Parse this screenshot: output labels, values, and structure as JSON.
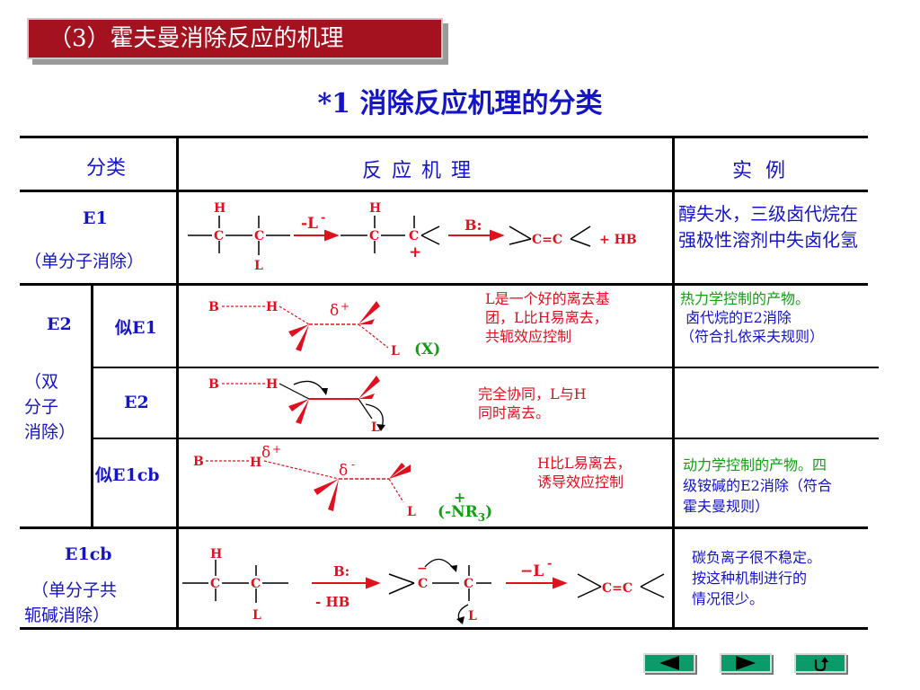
{
  "header": {
    "title": "（3）霍夫曼消除反应的机理",
    "subtitle": "*1 消除反应机理的分类"
  },
  "table": {
    "headers": [
      "分类",
      "反 应 机 理",
      "实 例"
    ],
    "rows": {
      "e1": {
        "name": "E1",
        "desc": "（单分子消除）",
        "example": "醇失水，三级卤代烷在强极性溶剂中失卤化氢",
        "scheme": {
          "H1": "H",
          "C1": "C",
          "C2": "C",
          "L1": "L",
          "minusL": "-L",
          "minusL_sup": "-",
          "H2": "H",
          "C3": "C",
          "C4": "C",
          "plus": "+",
          "base": "B:",
          "product": "C=C",
          "byproduct": "+ HB"
        }
      },
      "e2_group": {
        "name": "E2",
        "desc": [
          "（双",
          "分子",
          "消除）"
        ]
      },
      "e2_like_e1": {
        "name": "似E1",
        "B": "B",
        "H": "H",
        "delta": "δ",
        "delta_sign": "+",
        "L": "L",
        "tag": "(X)",
        "note": [
          "L是一个好的离去基",
          "团，L比H易离去，",
          "共轭效应控制"
        ],
        "example": [
          "热力学控制的产物。",
          "卤代烷的E2消除",
          "（符合扎依采夫规则）"
        ]
      },
      "e2": {
        "name": "E2",
        "B": "B",
        "H": "H",
        "L": "L",
        "note": [
          "完全协同，L与H",
          "同时离去。"
        ]
      },
      "e2_like_e1cb": {
        "name": "似E1cb",
        "B": "B",
        "H": "H",
        "delta_plus": "δ",
        "delta_plus_sign": "+",
        "delta_minus": "δ",
        "delta_minus_sign": "-",
        "L": "L",
        "tag_pre": "(-",
        "tag_plus": "+",
        "tag_n": "N",
        "tag_r": "R",
        "tag_sub": "3",
        "tag_post": ")",
        "note": [
          "H比L易离去，",
          "诱导效应控制"
        ],
        "example": [
          "动力学控制的产物。四",
          "级铵碱的E2消除（符合",
          "霍夫曼规则）"
        ]
      },
      "e1cb": {
        "name": "E1cb",
        "desc": [
          "（单分子共",
          "轭碱消除）"
        ],
        "scheme": {
          "H": "H",
          "C1": "C",
          "C2": "C",
          "L1": "L",
          "base": "B:",
          "minusHB": "- HB",
          "anion_minus": "−",
          "C3": "C",
          "C4": "C",
          "L2": "L",
          "minusL": "−L",
          "minusL_sup": "-",
          "product": "C=C"
        },
        "example": [
          "碳负离子很不稳定。",
          "按这种机制进行的",
          "情况很少。"
        ]
      }
    }
  },
  "nav": {
    "prev": "previous-slide",
    "next": "next-slide",
    "return": "return"
  },
  "colors": {
    "title_bg": "#a3121e",
    "blue": "#1414c8",
    "red": "#e0101e",
    "green": "#10a010",
    "nav": "#0c9a6a"
  }
}
